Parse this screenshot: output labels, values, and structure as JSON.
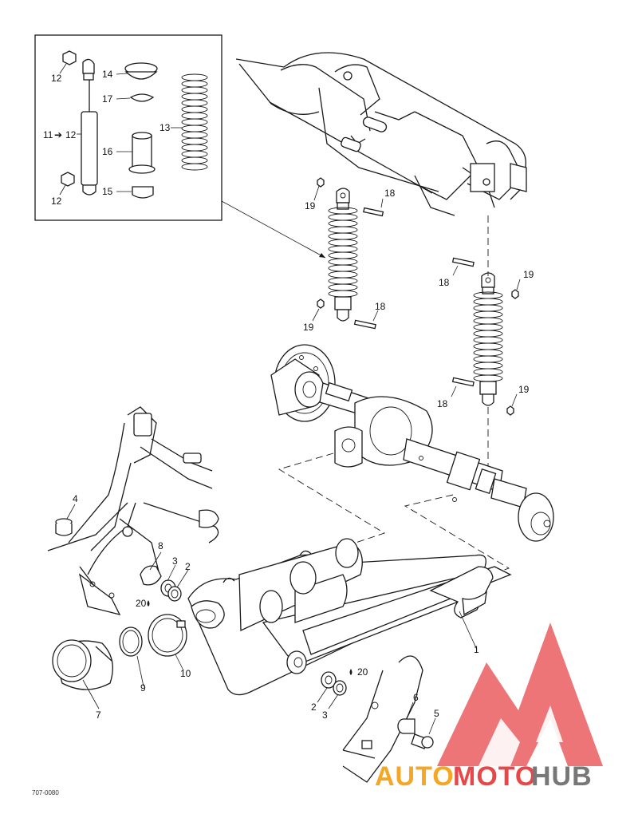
{
  "inset": {
    "labels": {
      "l12a": "12",
      "l14": "14",
      "l17": "17",
      "l11": "11",
      "l12b": "12",
      "l13": "13",
      "l16": "16",
      "l12c": "12",
      "l15": "15"
    }
  },
  "shocks": {
    "labels": {
      "l18a": "18",
      "l19a": "19",
      "l18b": "18",
      "l19b": "19",
      "l18c": "18",
      "l19c": "19",
      "l18d": "18",
      "l19d": "19"
    }
  },
  "swingarm": {
    "labels": {
      "l4": "4",
      "l8": "8",
      "l3a": "3",
      "l2a": "2",
      "l20a": "20",
      "l9": "9",
      "l10": "10",
      "l7": "7",
      "l1": "1",
      "l20b": "20",
      "l2b": "2",
      "l3b": "3",
      "l6": "6",
      "l5": "5"
    }
  },
  "drawing_code": "707-0080",
  "watermark": {
    "part1": "AUTO",
    "part2": "MOTO",
    "part3": "HUB",
    "color_orange": "#f5a623",
    "color_red": "#e8474a",
    "color_gray": "#777777"
  }
}
